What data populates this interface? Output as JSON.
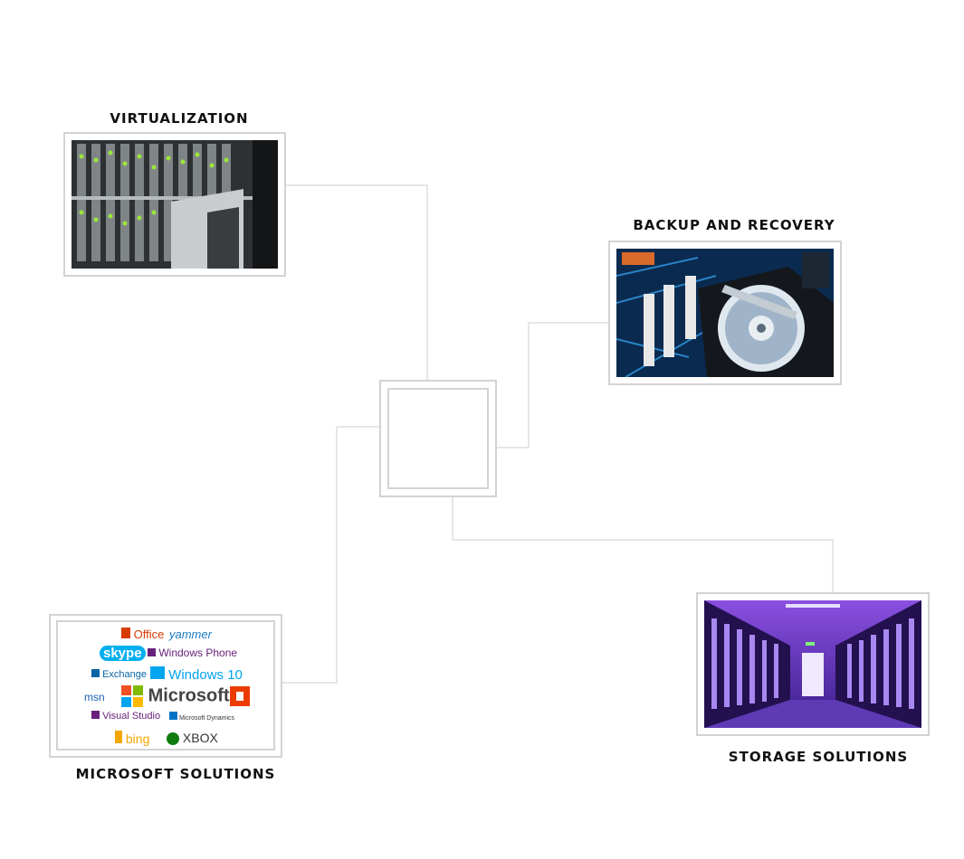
{
  "nodes": {
    "virtualization": {
      "title": "VIRTUALIZATION",
      "image": "server-rack-blades-photo"
    },
    "backup": {
      "title": "BACKUP AND RECOVERY",
      "image": "open-hard-drive-motherboard-photo"
    },
    "storage": {
      "title": "STORAGE SOLUTIONS",
      "image": "purple-datacenter-aisle-photo"
    },
    "microsoft": {
      "title": "MICROSOFT SOLUTIONS"
    }
  },
  "microsoft_logos": {
    "office": "Office",
    "yammer": "yammer",
    "skype": "skype",
    "windows_phone": "Windows Phone",
    "exchange": "Exchange",
    "windows10": "Windows 10",
    "msn": "msn",
    "microsoft": "Microsoft",
    "visual_studio": "Visual Studio",
    "dynamics": "Microsoft Dynamics",
    "bing": "bing",
    "xbox": "XBOX"
  },
  "colors": {
    "frame_border": "#d3d3d3",
    "connector": "#cccccc",
    "title": "#111111",
    "office_red": "#d83b01",
    "windows_blue": "#00a4ef",
    "purple": "#68217a"
  }
}
